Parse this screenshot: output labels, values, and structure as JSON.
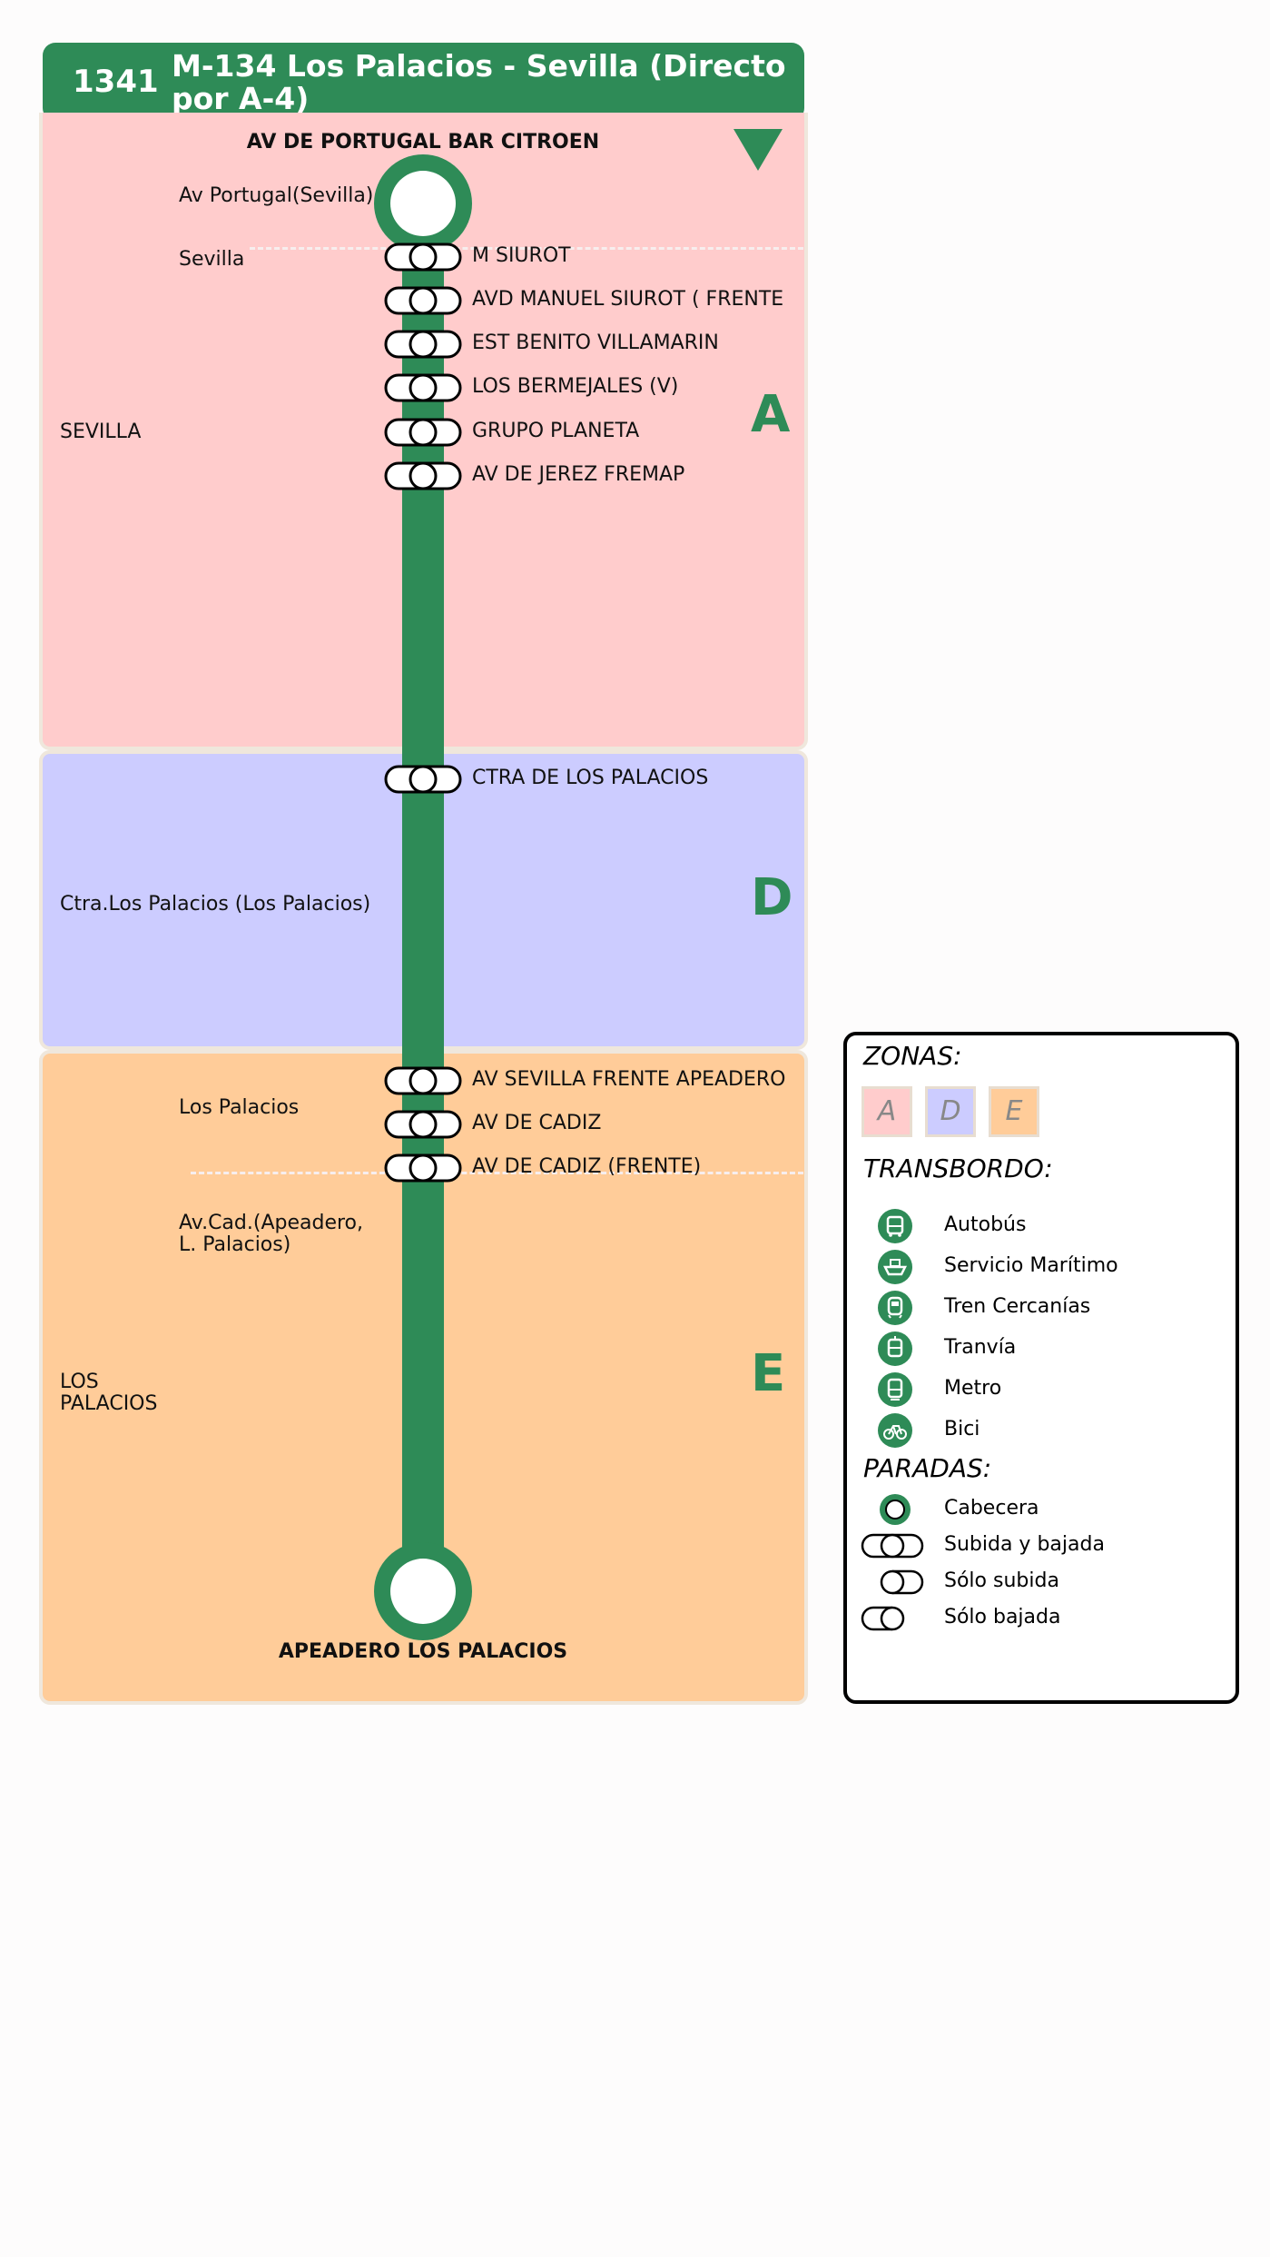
{
  "route": {
    "number": "1341",
    "name": "M-134 Los Palacios - Sevilla (Directo por A-4)",
    "color": "#2e8b57"
  },
  "terminals": {
    "start": {
      "name": "AV DE PORTUGAL BAR CITROEN",
      "place": "Av Portugal(Sevilla)"
    },
    "end": {
      "name": "APEADERO LOS PALACIOS"
    }
  },
  "zones": [
    {
      "letter": "A",
      "name": "SEVILLA",
      "color": "#ffcccc"
    },
    {
      "letter": "D",
      "name": "Ctra.Los Palacios (Los Palacios)",
      "color": "#ccccff"
    },
    {
      "letter": "E",
      "name": "LOS PALACIOS",
      "color": "#ffcc99"
    }
  ],
  "towns": [
    "Sevilla",
    "Los Palacios",
    "Av.Cad.(Apeadero, L. Palacios)"
  ],
  "stops": [
    {
      "name": "M SIUROT",
      "type": "Subida y bajada"
    },
    {
      "name": "AVD MANUEL SIUROT ( FRENTE",
      "type": "Subida y bajada"
    },
    {
      "name": "EST BENITO VILLAMARIN",
      "type": "Subida y bajada"
    },
    {
      "name": "LOS BERMEJALES (V)",
      "type": "Subida y bajada"
    },
    {
      "name": "GRUPO PLANETA",
      "type": "Subida y bajada"
    },
    {
      "name": "AV DE JEREZ FREMAP",
      "type": "Subida y bajada"
    },
    {
      "name": "CTRA DE LOS PALACIOS",
      "type": "Subida y bajada"
    },
    {
      "name": "AV SEVILLA FRENTE APEADERO",
      "type": "Subida y bajada"
    },
    {
      "name": "AV DE CADIZ",
      "type": "Subida y bajada"
    },
    {
      "name": "AV DE CADIZ (FRENTE)",
      "type": "Subida y bajada"
    }
  ],
  "legend": {
    "zones_title": "ZONAS:",
    "zone_letters": [
      "A",
      "D",
      "E"
    ],
    "transfer_title": "TRANSBORDO:",
    "transfers": [
      {
        "label": "Autobús",
        "icon": "bus-icon"
      },
      {
        "label": "Servicio Marítimo",
        "icon": "ship-icon"
      },
      {
        "label": "Tren Cercanías",
        "icon": "train-icon"
      },
      {
        "label": "Tranvía",
        "icon": "tram-icon"
      },
      {
        "label": "Metro",
        "icon": "metro-icon"
      },
      {
        "label": "Bici",
        "icon": "bike-icon"
      }
    ],
    "stops_title": "PARADAS:",
    "stop_types": [
      {
        "label": "Cabecera",
        "icon": "terminal-icon"
      },
      {
        "label": "Subida y bajada",
        "icon": "board-alight-icon"
      },
      {
        "label": "Sólo subida",
        "icon": "board-only-icon"
      },
      {
        "label": "Sólo bajada",
        "icon": "alight-only-icon"
      }
    ]
  }
}
